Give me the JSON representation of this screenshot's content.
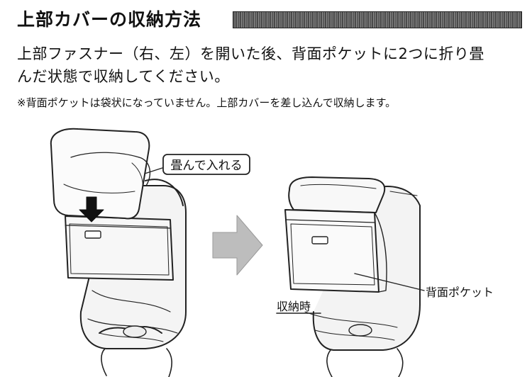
{
  "heading": {
    "title": "上部カバーの収納方法"
  },
  "instructions": {
    "line1": "上部ファスナー（右、左）を開いた後、背面ポケットに2つに折り畳",
    "line2": "んだ状態で収納してください。",
    "note": "※背面ポケットは袋状になっていません。上部カバーを差し込んで収納します。"
  },
  "illustration": {
    "fold_label": "畳んで入れる",
    "stored_label": "収納時",
    "pocket_label": "背面ポケット"
  }
}
